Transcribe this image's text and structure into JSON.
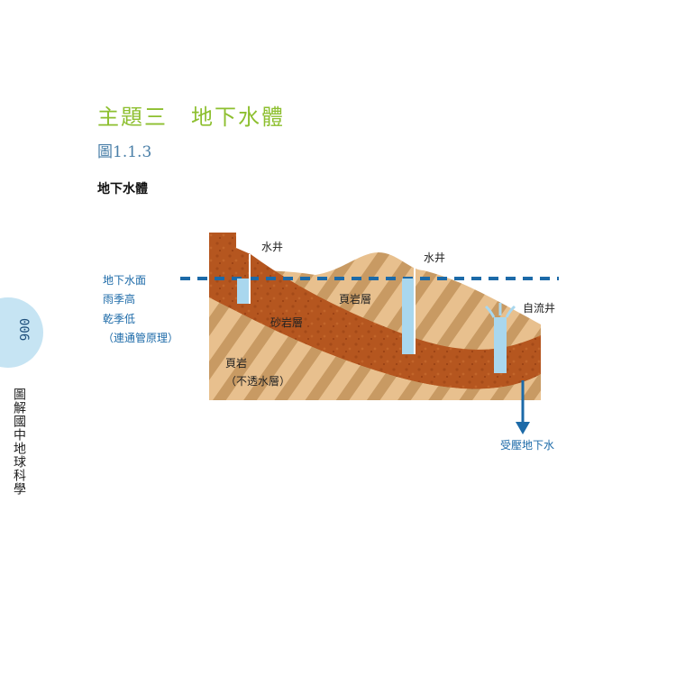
{
  "page": {
    "number": "006",
    "book_title": "圖解國中地球科學"
  },
  "header": {
    "chapter_title": "主題三　地下水體",
    "figure_number": "圖1.1.3",
    "figure_caption": "地下水體"
  },
  "diagram": {
    "water_table_label": "地下水面",
    "rainy_season_label": "雨季高",
    "dry_season_label": "乾季低",
    "principle_label": "（連通管原理）",
    "well_1_label": "水井",
    "well_2_label": "水井",
    "artesian_well_label": "自流井",
    "shale_layer_label": "頁岩層",
    "sandstone_layer_label": "砂岩層",
    "shale_label": "頁岩",
    "impermeable_label": "（不透水層）",
    "confined_water_label": "受壓地下水",
    "colors": {
      "sandstone": "#b5561f",
      "shale": "#e8c08e",
      "stripe": "#c89a63",
      "water": "#a9d7ee",
      "water_table": "#1c6aa8"
    }
  }
}
